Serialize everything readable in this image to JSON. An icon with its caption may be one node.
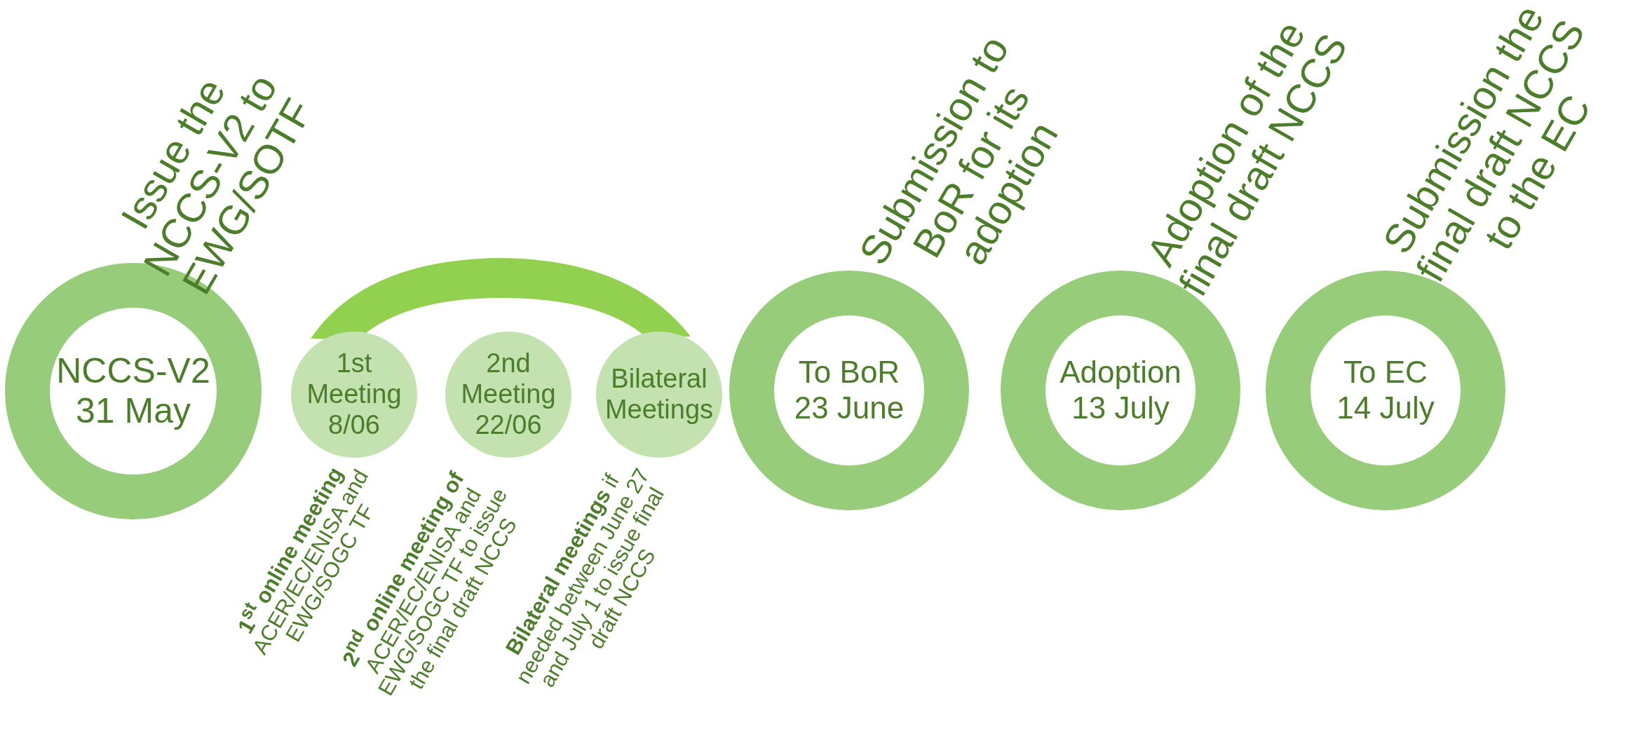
{
  "diagram": {
    "nodes": [
      {
        "text": [
          "NCCS-V2 31 May"
        ],
        "beside": [
          "Issue the NCCS-V2 to EWG/SOTF"
        ]
      },
      {
        "text": [
          "1st Meeting 8/06"
        ],
        "beside": [
          "**1$^{st}$ online meeting** ACER/EC/ENISA and EWG/SOGC TF"
        ]
      },
      {
        "text": [
          "2nd Meeting 22/06"
        ],
        "beside": [
          "**2$^{nd}$ online meeting of** ACER/EC/ENISA and EWG/SOGC TF to issue the final draft NCCS"
        ]
      },
      {
        "text": [
          "Bilateral Meetings"
        ],
        "beside": [
          "**Bilateral meetings** if needed between June 27 and July 1 to issue final draft NCCS"
        ]
      },
      {
        "text": [
          "To BoR 23 June"
        ],
        "beside": [
          "Submission to BoR for its adoption"
        ]
      },
      {
        "text": [
          "Adoption 13 July"
        ],
        "beside": [
          "Adoption of the final draft NCCS"
        ]
      },
      {
        "text": [
          "To EC 14 July"
        ],
        "beside": [
          "Submission the final draft NCCS to the EC"
        ]
      },
      {
        "text": [],
        "shape": "arc"
      }
    ],
    "edges": []
  }
}
